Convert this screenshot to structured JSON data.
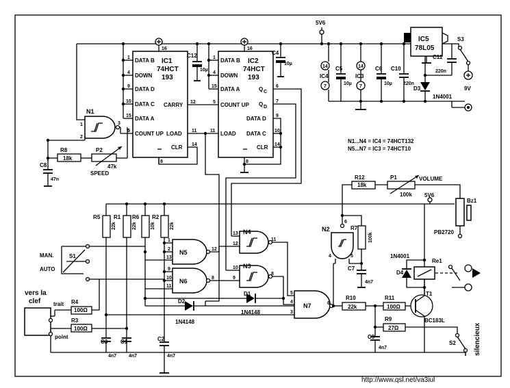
{
  "ic1": {
    "name": "IC1",
    "type": "74HCT",
    "num": "193",
    "pins": {
      "p16": "16",
      "p1": "1",
      "p4": "4",
      "p9": "9",
      "p10": "10",
      "p15": "15",
      "p5": "5",
      "p12": "12",
      "p11": "11",
      "p14": "14",
      "p8": "8"
    },
    "labels": {
      "data_b": "DATA B",
      "down": "DOWN",
      "data_d": "DATA D",
      "data_c": "DATA C",
      "data_a": "DATA A",
      "count_up": "COUNT UP",
      "carry": "CARRY",
      "load": "LOAD",
      "clr": "CLR"
    }
  },
  "ic2": {
    "name": "IC2",
    "type": "74HCT",
    "num": "193",
    "pins": {
      "p16": "16",
      "p1": "1",
      "p4": "4",
      "p15": "15",
      "p5": "5",
      "p11": "11",
      "p6": "6",
      "p7": "7",
      "p9": "9",
      "p10": "10",
      "p14": "14",
      "p8": "8"
    },
    "labels": {
      "data_b": "DATA B",
      "down": "DOWN",
      "data_a": "DATA A",
      "count_up": "COUNT UP",
      "load": "LOAD",
      "qc": "Q",
      "qc_sub": "C",
      "qd": "Q",
      "qd_sub": "D",
      "data_d": "DATA D",
      "data_c": "DATA C",
      "clr": "CLR"
    }
  },
  "ic5": {
    "name": "IC5",
    "type": "78L05"
  },
  "supply": {
    "v_label": "5V6",
    "v_label2": "5V6",
    "battery": "9V",
    "ic4_pin14": "14",
    "ic4_pin7": "7",
    "ic3_pin14": "14",
    "ic3_pin7": "7",
    "ic4": "IC4",
    "ic3": "IC3"
  },
  "notes": {
    "line1": "N1...N4 = IC4 = 74HCT132",
    "line2": "N5...N7 = IC3 = 74HCT10"
  },
  "gates": {
    "n1": "N1",
    "n2": "N2",
    "n3": "N3",
    "n4": "N4",
    "n5": "N5",
    "n6": "N6",
    "n7": "N7"
  },
  "gate_pins": {
    "n1": {
      "a": "1",
      "b": "2",
      "o": "3"
    },
    "n4": {
      "a": "13",
      "b": "12",
      "o": "11"
    },
    "n3": {
      "a": "10",
      "b": "9",
      "o": "8"
    },
    "n5": {
      "a": "1",
      "b": "2",
      "c": "13",
      "o": "12"
    },
    "n6": {
      "a": "9",
      "b": "10",
      "c": "11",
      "o": "8"
    },
    "n7": {
      "a": "5",
      "b": "4",
      "c": "3",
      "o": "6"
    },
    "n2": {
      "a": "6",
      "b": "4",
      "c": "5"
    },
    "ic1_out5": "5"
  },
  "components": {
    "c12": "C12",
    "c12v": "10µ",
    "c4": "C4",
    "c4v": "10µ",
    "c5": "C5",
    "c5v": "10µ",
    "c6": "C6",
    "c6v": "10µ",
    "c10": "C10",
    "c10v": "220n",
    "c11": "C11",
    "c11v": "220n",
    "c8": "C8",
    "c8v": "47n",
    "r8": "R8",
    "r8v": "18k",
    "p2": "P2",
    "p2v": "47k",
    "speed": "SPEED",
    "r5": "R5",
    "r5v": "22k",
    "r1": "R1",
    "r1v": "22k",
    "r6": "R6",
    "r6v": "10k",
    "r2": "R2",
    "r2v": "22k",
    "r12": "R12",
    "r12v": "18k",
    "p1": "P1",
    "p1v": "100k",
    "volume": "VOLUME",
    "bz1": "Bz1",
    "bz1v": "PB2720",
    "r7": "R7",
    "r7v": "100k",
    "c7": "C7",
    "c7v": "4n7",
    "d3": "D3",
    "d3v": "1N4001",
    "d4": "D4",
    "d4v": "1N4001",
    "re1": "Re1",
    "d2": "D2",
    "d2v": "1N4148",
    "d1": "D1",
    "d1v": "1N4148",
    "r10": "R10",
    "r10v": "22k",
    "r11": "R11",
    "r11v": "100Ω",
    "r9": "R9",
    "r9v": "27Ω",
    "t1": "T1",
    "t1v": "BC183L",
    "c9": "C9",
    "c9v": "4n7",
    "r4": "R4",
    "r4v": "100Ω",
    "r3": "R3",
    "r3v": "100Ω",
    "c3": "C3",
    "c3v": "4n7",
    "c1": "C1",
    "c1v": "4n7",
    "c2": "C2",
    "c2v": "4n7",
    "s1": "S1",
    "man": "MAN.",
    "auto": "AUTO",
    "s2": "S2",
    "silencieux": "silencieux",
    "s3": "S3",
    "vers": "vers la",
    "clef": "clef",
    "trait": "trait",
    "point": "point"
  },
  "footer": {
    "url": "http://www.qsl.net/va3iul"
  }
}
